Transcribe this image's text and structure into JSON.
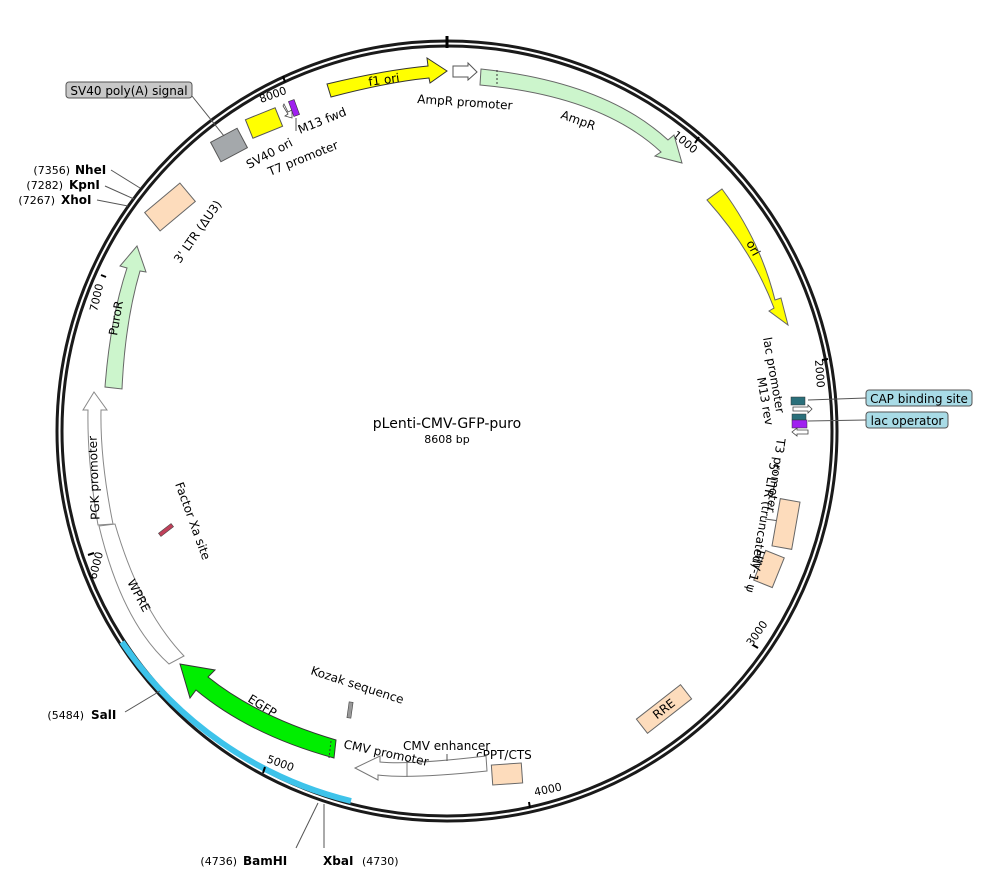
{
  "plasmid": {
    "name": "pLenti-CMV-GFP-puro",
    "size": "8608 bp"
  },
  "ticks": {
    "t1000": "1000",
    "t2000": "2000",
    "t3000": "3000",
    "t4000": "4000",
    "t5000": "5000",
    "t6000": "6000",
    "t7000": "7000",
    "t8000": "8000"
  },
  "features": {
    "f1_ori": "f1 ori",
    "ampr_promoter": "AmpR promoter",
    "ampr": "AmpR",
    "ori": "ori",
    "lac_promoter": "lac promoter",
    "m13_rev": "M13 rev",
    "cap_binding_site": "CAP binding site",
    "lac_operator": "lac operator",
    "t3_promoter": "T3 promoter",
    "ltr5_truncated": "5' LTR (truncated)",
    "hiv1_psi": "HIV-1 ψ",
    "rre": "RRE",
    "cppt_cts": "cPPT/CTS",
    "cmv_enhancer": "CMV enhancer",
    "cmv_promoter": "CMV promoter",
    "kozak": "Kozak sequence",
    "egfp": "EGFP",
    "wpre": "WPRE",
    "factor_xa": "Factor Xa site",
    "pgk_promoter": "PGK promoter",
    "puror": "PuroR",
    "ltr3_du3": "3' LTR (ΔU3)",
    "sv40_polya": "SV40 poly(A) signal",
    "sv40_ori": "SV40 ori",
    "t7_promoter": "T7 promoter",
    "m13_fwd": "M13 fwd"
  },
  "sites": {
    "nhei_pos": "(7356)",
    "nhei": "NheI",
    "kpni_pos": "(7282)",
    "kpni": "KpnI",
    "xhoi_pos": "(7267)",
    "xhoi": "XhoI",
    "sali_pos": "(5484)",
    "sali": "SalI",
    "bamhi_pos": "(4736)",
    "bamhi": "BamHI",
    "xbai": "XbaI",
    "xbai_pos": "(4730)"
  },
  "colors": {
    "yellow": "#ffff00",
    "light_green": "#ccf5cc",
    "bright_green": "#00ee00",
    "peach": "#fddcbc",
    "gray": "#a4a8ab",
    "purple": "#a020f0",
    "teal": "#2a6f7a",
    "cyan_highlight": "#3ec3ea",
    "tag_blue": "#a8dbe6",
    "tag_gray": "#c8c8c8"
  }
}
